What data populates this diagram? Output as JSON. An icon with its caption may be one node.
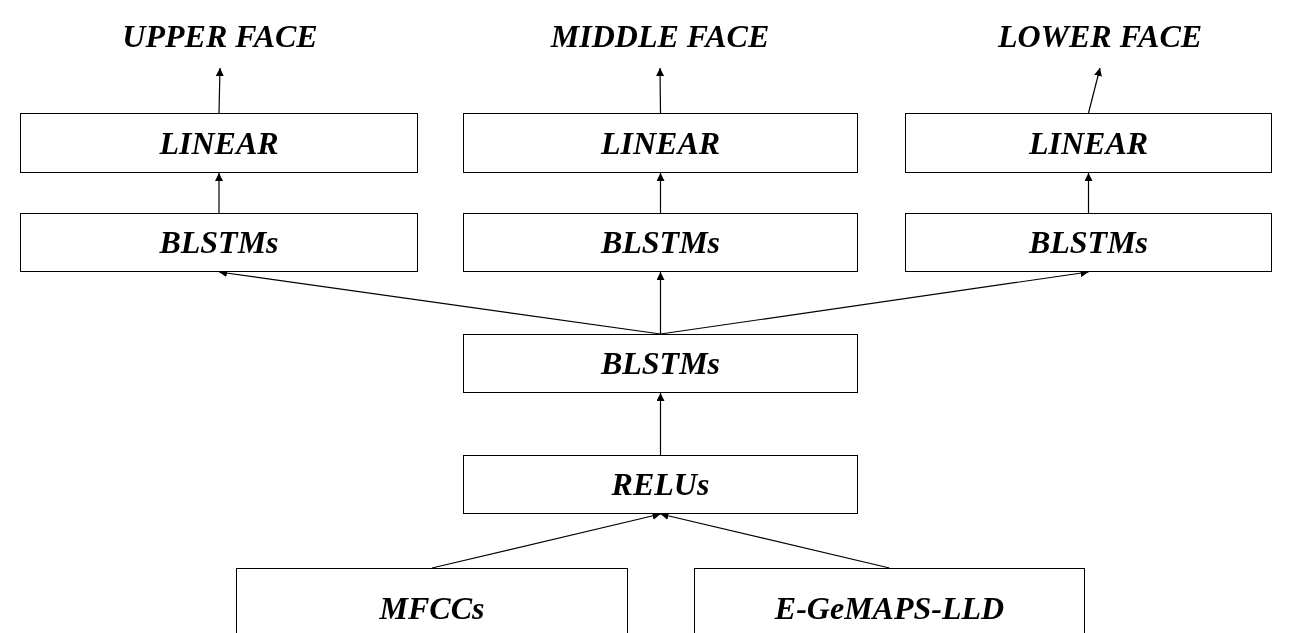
{
  "diagram": {
    "nodes": [
      {
        "text": [
          "UPPER FACE"
        ]
      },
      {
        "text": [
          "MIDDLE FACE"
        ]
      },
      {
        "text": [
          "LOWER FACE"
        ]
      },
      {
        "text": [
          "LINEAR"
        ]
      },
      {
        "text": [
          "LINEAR"
        ]
      },
      {
        "text": [
          "LINEAR"
        ]
      },
      {
        "text": [
          "BLSTMs"
        ]
      },
      {
        "text": [
          "BLSTMs"
        ]
      },
      {
        "text": [
          "BLSTMs"
        ]
      },
      {
        "text": [
          "BLSTMs"
        ]
      },
      {
        "text": [
          "RELUs"
        ]
      },
      {
        "text": [
          "MFCCs"
        ]
      },
      {
        "text": [
          "E-GeMAPS-LLD"
        ]
      }
    ],
    "edges": [
      {
        "from": 3,
        "to": 0,
        "arrow": "to"
      },
      {
        "from": 4,
        "to": 1,
        "arrow": "to"
      },
      {
        "from": 5,
        "to": 2,
        "arrow": "to"
      },
      {
        "from": 6,
        "to": 3,
        "arrow": "to"
      },
      {
        "from": 7,
        "to": 4,
        "arrow": "to"
      },
      {
        "from": 8,
        "to": 5,
        "arrow": "to"
      },
      {
        "from": 9,
        "to": 6,
        "arrow": "to"
      },
      {
        "from": 9,
        "to": 7,
        "arrow": "to"
      },
      {
        "from": 9,
        "to": 8,
        "arrow": "to"
      },
      {
        "from": 10,
        "to": 9,
        "arrow": "to"
      },
      {
        "from": 11,
        "to": 10,
        "arrow": "to"
      },
      {
        "from": 12,
        "to": 10,
        "arrow": "to"
      }
    ]
  }
}
